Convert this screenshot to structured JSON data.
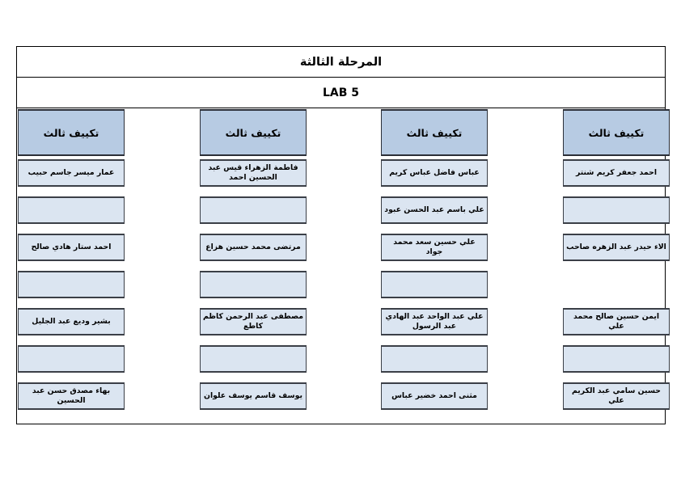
{
  "page": {
    "title": "المرحلة الثالثة",
    "subtitle": "LAB 5",
    "background_color": "#ffffff",
    "frame_border_color": "#000000",
    "header_cell_color": "#b7cbe3",
    "name_cell_color": "#dbe5f1"
  },
  "columns": [
    {
      "header": "تكييف ثالث",
      "cells": [
        {
          "text": "عمار ميسر جاسم حبيب",
          "state": "filled"
        },
        {
          "text": "",
          "state": "blank"
        },
        {
          "text": "احمد ستار هادي صالح",
          "state": "filled"
        },
        {
          "text": "",
          "state": "blank"
        },
        {
          "text": "بشير وديع عبد الجليل",
          "state": "filled"
        },
        {
          "text": "",
          "state": "blank"
        },
        {
          "text": "بهاء مصدق حسن عبد الحسين",
          "state": "filled"
        }
      ]
    },
    {
      "header": "تكييف ثالث",
      "cells": [
        {
          "text": "فاطمة الزهراء قيس عبد الحسين احمد",
          "state": "filled"
        },
        {
          "text": "",
          "state": "blank"
        },
        {
          "text": "مرتضى محمد حسين هزاع",
          "state": "filled"
        },
        {
          "text": "",
          "state": "blank"
        },
        {
          "text": "مصطفى عبد الرحمن كاظم كاطع",
          "state": "filled"
        },
        {
          "text": "",
          "state": "blank"
        },
        {
          "text": "يوسف قاسم يوسف علوان",
          "state": "filled"
        }
      ]
    },
    {
      "header": "تكييف ثالث",
      "cells": [
        {
          "text": "عباس فاضل عباس كريم",
          "state": "filled"
        },
        {
          "text": "علي باسم عبد الحسن عبود",
          "state": "filled"
        },
        {
          "text": "علي حسين سعد محمد جواد",
          "state": "filled"
        },
        {
          "text": "",
          "state": "blank"
        },
        {
          "text": "علي عبد الواحد عبد الهادي عبد الرسول",
          "state": "filled"
        },
        {
          "text": "",
          "state": "blank"
        },
        {
          "text": "مثنى احمد خضير عباس",
          "state": "filled"
        }
      ]
    },
    {
      "header": "تكييف ثالث",
      "cells": [
        {
          "text": "احمد جعفر كريم شنتر",
          "state": "filled"
        },
        {
          "text": "",
          "state": "blank"
        },
        {
          "text": "الاء حيدر عبد الزهره صاحب",
          "state": "filled"
        },
        {
          "text": "",
          "state": "missing"
        },
        {
          "text": "ايمن حسين صالح محمد علي",
          "state": "filled"
        },
        {
          "text": "",
          "state": "blank"
        },
        {
          "text": "حسين سامي عبد الكريم علي",
          "state": "filled"
        }
      ]
    }
  ]
}
